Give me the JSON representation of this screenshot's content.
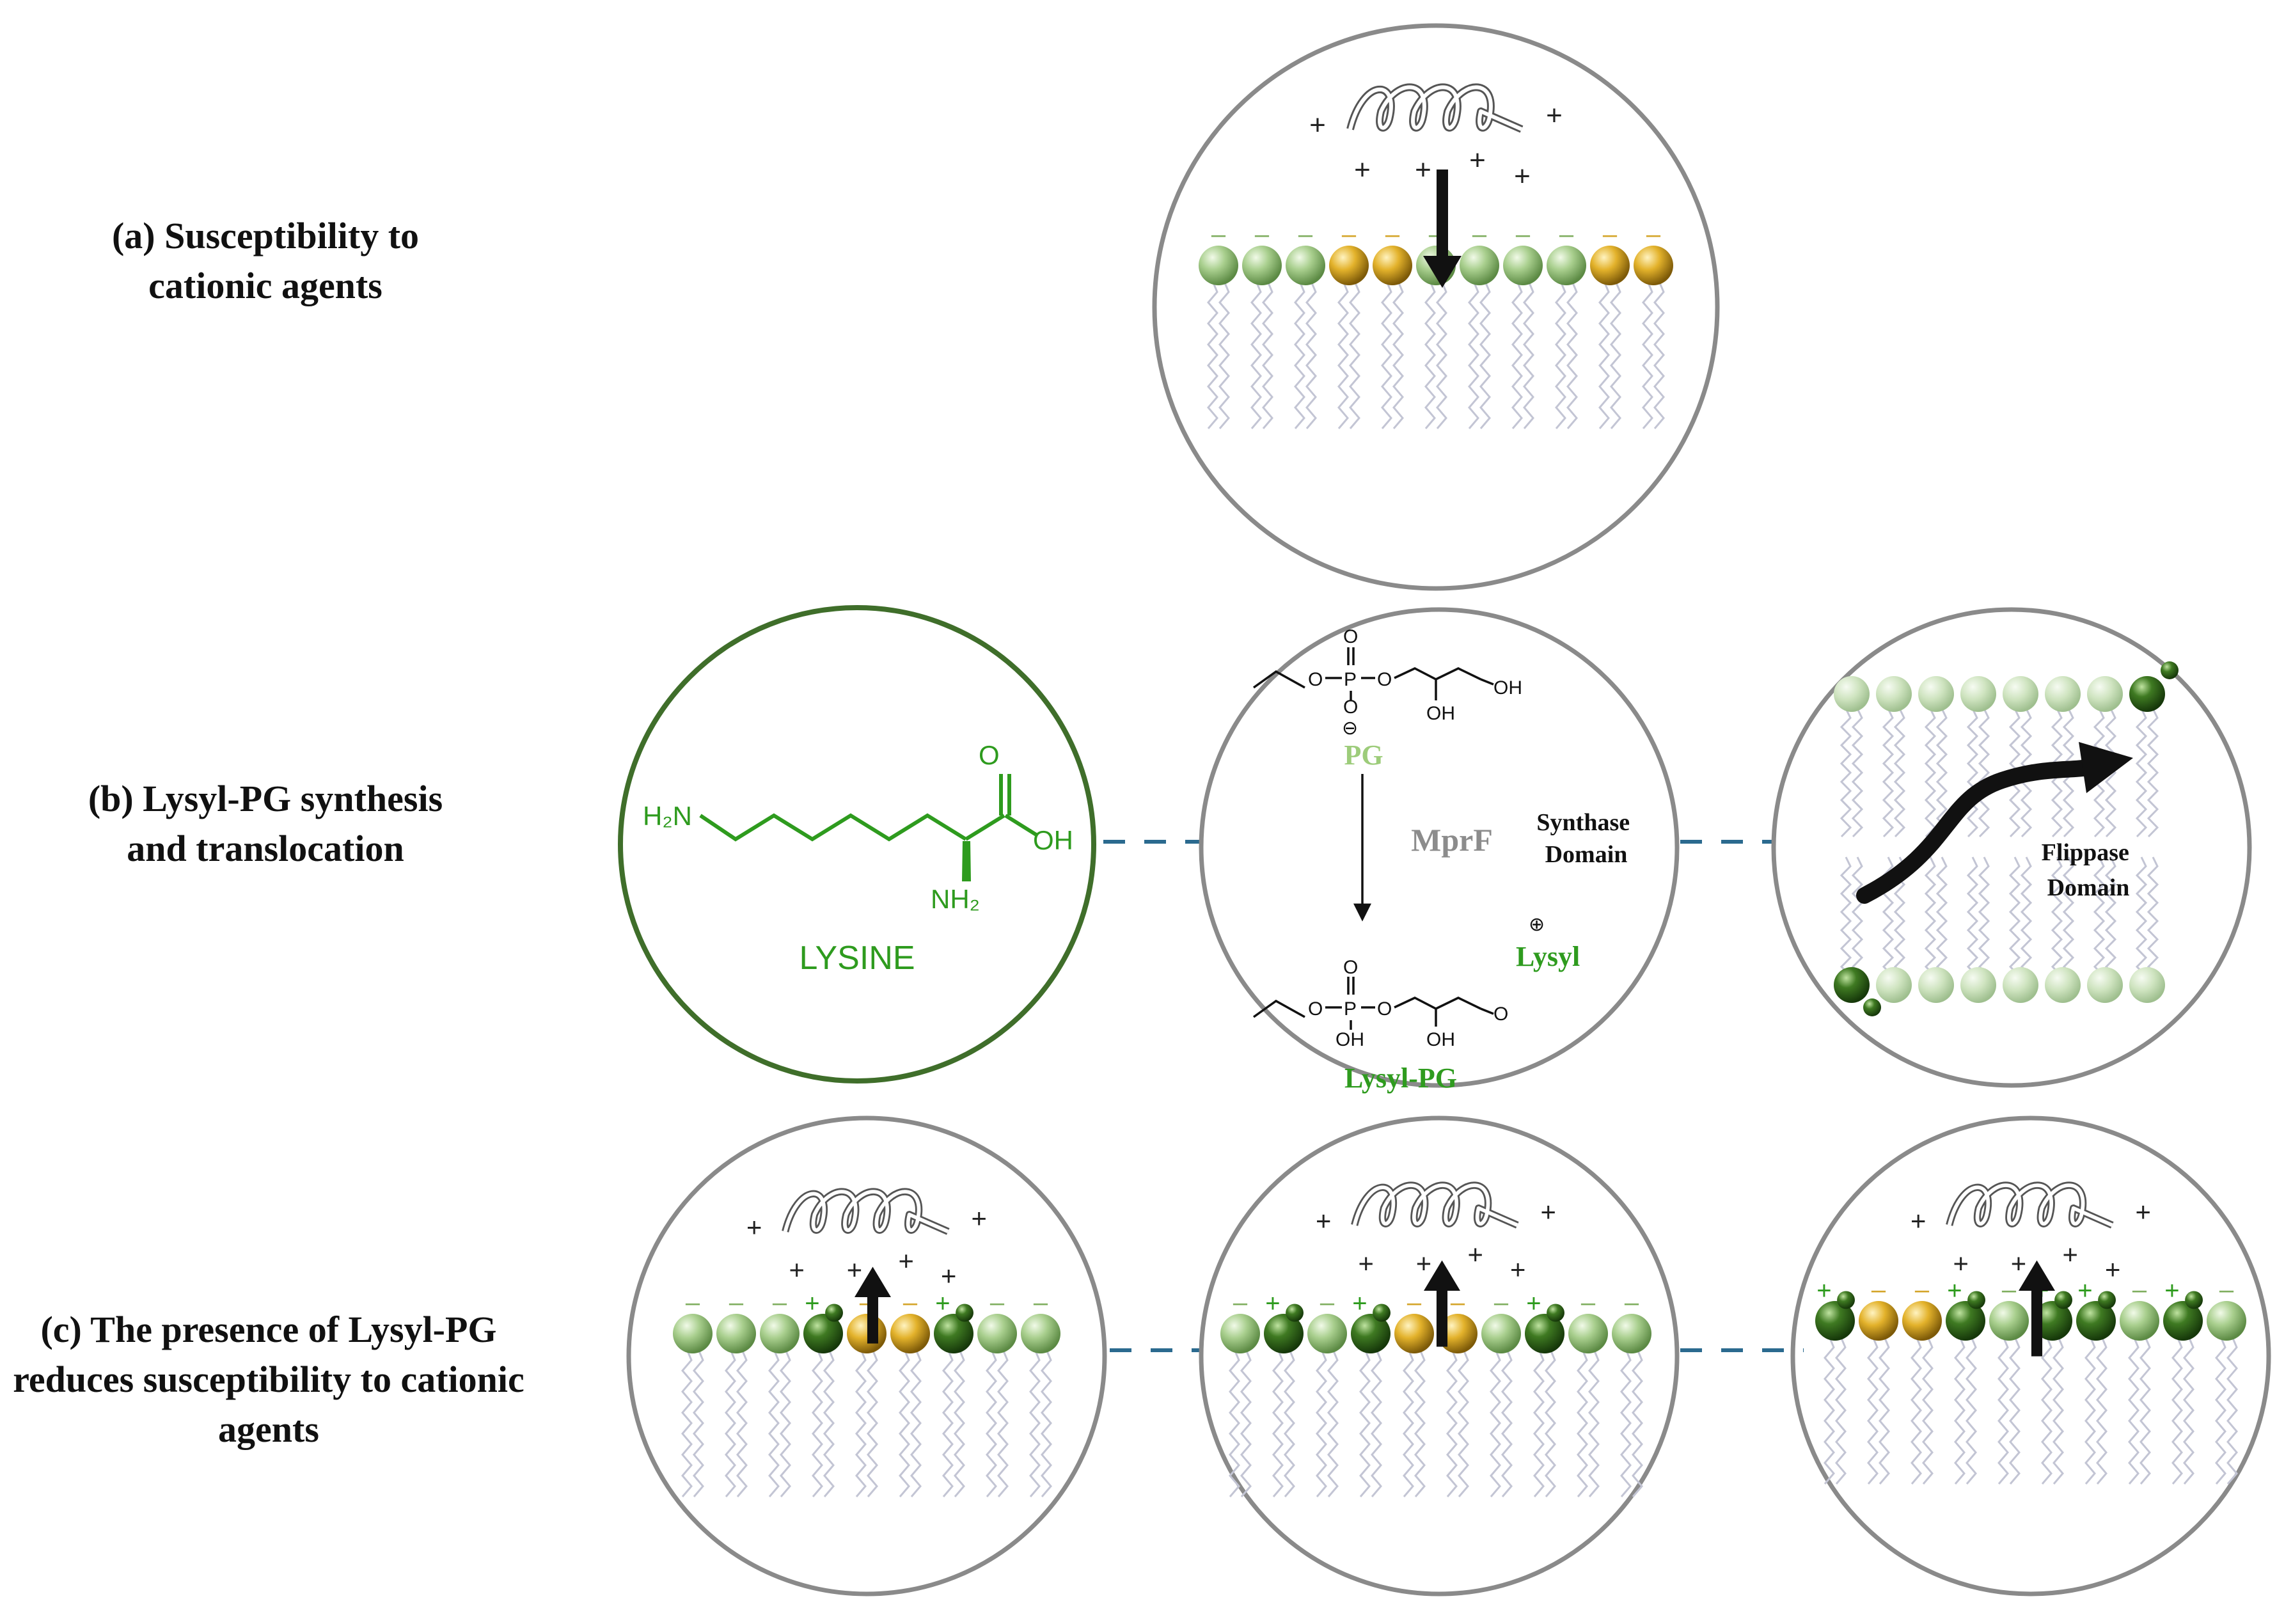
{
  "labels": {
    "a": "(a) Susceptibility to cationic agents",
    "b": "(b) Lysyl-PG synthesis and translocation",
    "c": "(c) The presence of Lysyl-PG reduces susceptibility to cationic agents"
  },
  "lysine": {
    "name": "LYSINE",
    "h2n": "H₂N",
    "oh": "OH",
    "o": "O",
    "nh2": "NH₂"
  },
  "synthesis": {
    "pg_label": "PG",
    "enzyme": "MprF",
    "domain": "Synthase Domain",
    "product": "Lysyl-PG",
    "lysyl": "Lysyl",
    "atoms": {
      "o": "O",
      "p": "P",
      "oh": "OH",
      "minus": "⊖",
      "plus": "⊕"
    }
  },
  "flippase": {
    "domain": "Flippase Domain"
  },
  "charges": {
    "plus": "+",
    "minus": "–"
  },
  "colors": {
    "light_green": "#a9cf8e",
    "dark_green": "#3f7a22",
    "yellow": "#e3b22b",
    "lysine_green": "#2e9b1e",
    "pg_green": "#9dcc7a",
    "circle_gray": "#8a8a8a",
    "dash_blue": "#2b6a8f"
  }
}
